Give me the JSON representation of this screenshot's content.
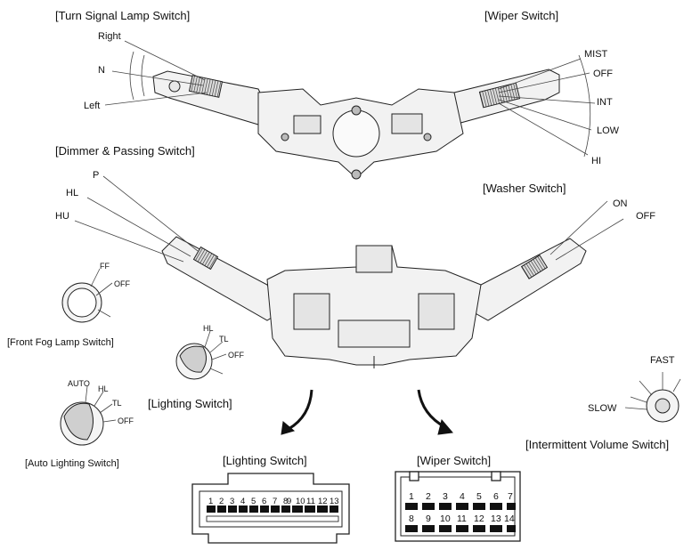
{
  "labels": {
    "turn_signal_title": "[Turn Signal Lamp Switch]",
    "turn_right": "Right",
    "turn_neutral": "N",
    "turn_left": "Left",
    "wiper_title": "[Wiper Switch]",
    "wiper_mist": "MIST",
    "wiper_off": "OFF",
    "wiper_int": "INT",
    "wiper_low": "LOW",
    "wiper_hi": "HI",
    "dimmer_title": "[Dimmer & Passing Switch]",
    "dimmer_p": "P",
    "dimmer_hl": "HL",
    "dimmer_hu": "HU",
    "washer_title": "[Washer Switch]",
    "washer_on": "ON",
    "washer_off": "OFF",
    "fog_ff": "FF",
    "fog_off": "OFF",
    "fog_title": "[Front Fog Lamp Switch]",
    "lighting_hl": "HL",
    "lighting_tl": "TL",
    "lighting_off": "OFF",
    "lighting_title": "[Lighting Switch]",
    "auto_auto": "AUTO",
    "auto_hl": "HL",
    "auto_tl": "TL",
    "auto_off": "OFF",
    "auto_title": "[Auto Lighting Switch]",
    "intvol_fast": "FAST",
    "intvol_slow": "SLOW",
    "intvol_title": "[Intermittent Volume Switch]",
    "conn_lighting_title": "[Lighting Switch]",
    "conn_wiper_title": "[Wiper Switch]"
  },
  "connectors": {
    "lighting_pins": [
      "1",
      "2",
      "3",
      "4",
      "5",
      "6",
      "7",
      "8",
      "9",
      "10",
      "11",
      "12",
      "13"
    ],
    "wiper_pins_top": [
      "1",
      "2",
      "3",
      "4",
      "5",
      "6",
      "7"
    ],
    "wiper_pins_bottom": [
      "8",
      "9",
      "10",
      "11",
      "12",
      "13",
      "14"
    ]
  }
}
